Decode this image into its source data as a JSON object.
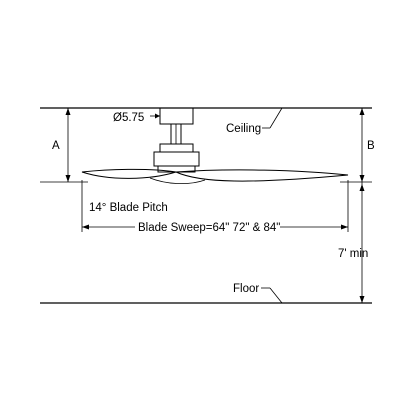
{
  "labels": {
    "diameter": "Ø5.75",
    "ceiling": "Ceiling",
    "dim_a": "A",
    "dim_b": "B",
    "blade_pitch": "14° Blade Pitch",
    "blade_sweep": "Blade Sweep=64\" 72\" & 84\"",
    "min_height": "7' min",
    "floor": "Floor"
  },
  "colors": {
    "line": "#000000",
    "background": "#ffffff"
  }
}
